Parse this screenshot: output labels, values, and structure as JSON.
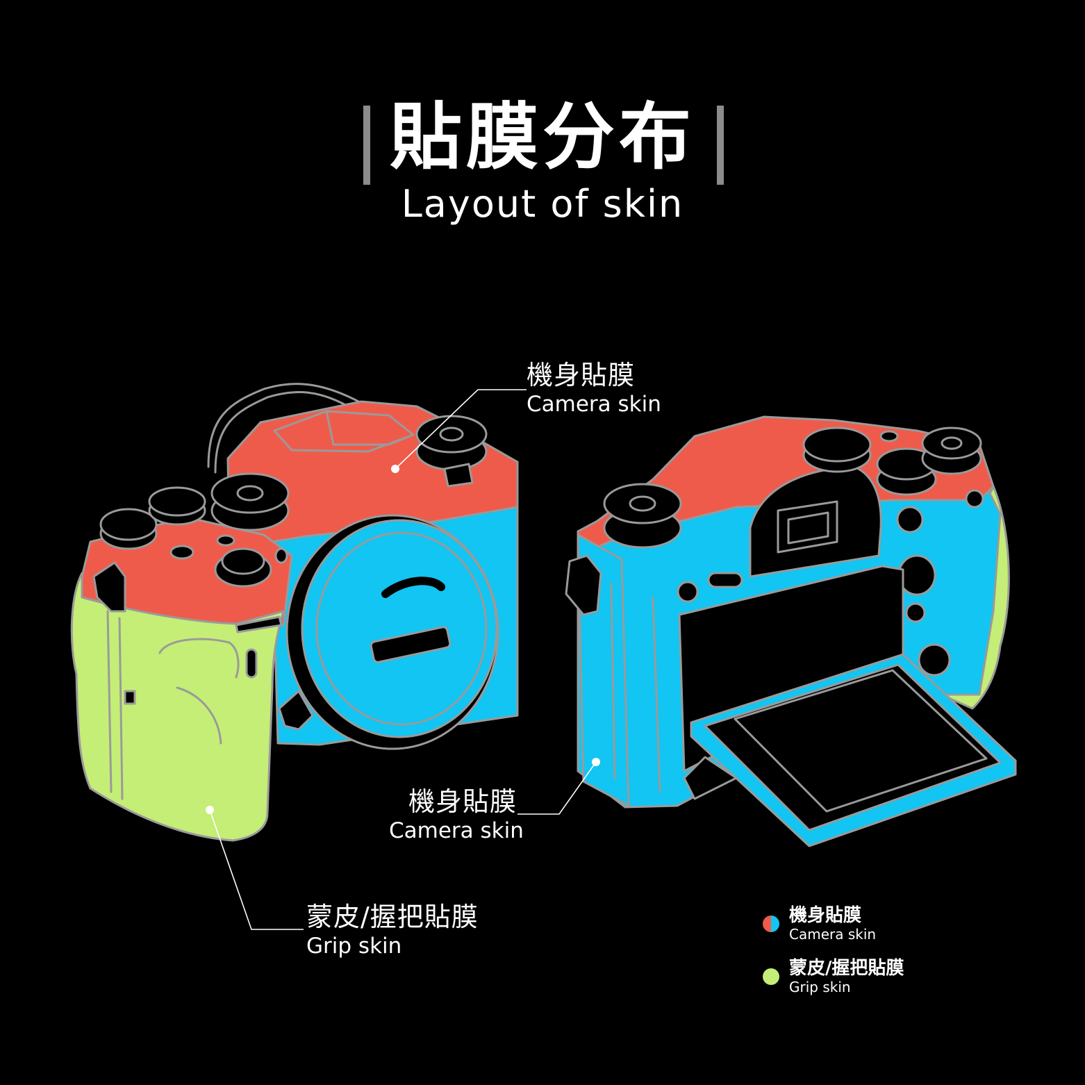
{
  "title": {
    "zh": "貼膜分布",
    "en": "Layout of skin"
  },
  "callouts": {
    "camera_top": {
      "zh": "機身貼膜",
      "en": "Camera skin"
    },
    "camera_back": {
      "zh": "機身貼膜",
      "en": "Camera skin"
    },
    "grip": {
      "zh": "蒙皮/握把貼膜",
      "en": "Grip skin"
    }
  },
  "legend": [
    {
      "zh": "機身貼膜",
      "en": "Camera skin",
      "colors": [
        "#ef5b4b",
        "#12c5f2"
      ]
    },
    {
      "zh": "蒙皮/握把貼膜",
      "en": "Grip skin",
      "colors": [
        "#c4ee76"
      ]
    }
  ],
  "colors": {
    "background": "#000000",
    "body_top": "#ef5b4b",
    "body_side": "#12c5f2",
    "grip": "#c4ee76",
    "outline": "#9a9a9a",
    "title_bars": "#8c8c8c"
  },
  "icons": [
    "camera-front-illustration",
    "camera-back-illustration"
  ]
}
